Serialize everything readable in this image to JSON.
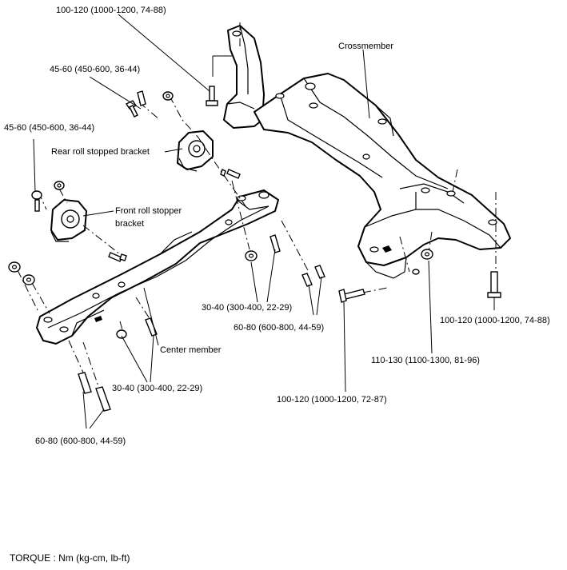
{
  "labels": {
    "crossmember": "Crossmember",
    "rear_bracket": "Rear roll stopped bracket",
    "front_bracket_line1": "Front roll stopper",
    "front_bracket_line2": "bracket",
    "center_member": "Center member"
  },
  "torques": {
    "t_top": "100-120 (1000-1200, 74-88)",
    "t_45a": "45-60 (450-600, 36-44)",
    "t_45b": "45-60 (450-600, 36-44)",
    "t_30_mid": "30-40 (300-400, 22-29)",
    "t_60_mid": "60-80 (600-800, 44-59)",
    "t_30_bottom": "30-40 (300-400, 22-29)",
    "t_60_bottom": "60-80 (600-800, 44-59)",
    "t_right": "100-120 (1000-1200, 74-88)",
    "t_110": "110-130 (1100-1300, 81-96)",
    "t_100_lower": "100-120 (1000-1200, 72-87)"
  },
  "footer": "TORQUE : Nm (kg-cm, lb-ft)"
}
